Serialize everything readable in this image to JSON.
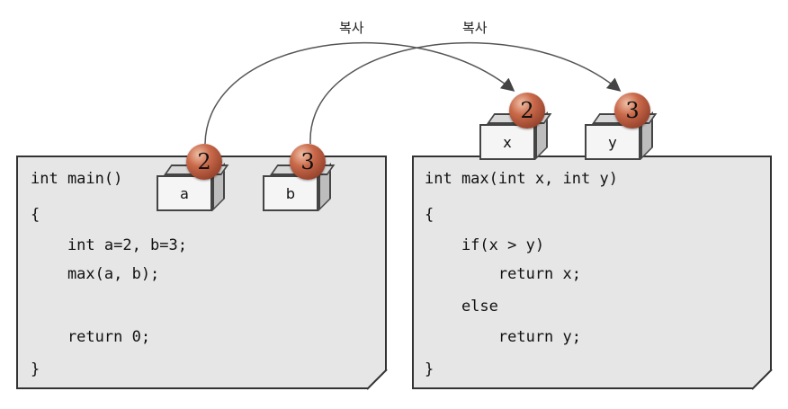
{
  "copy_labels": [
    "복사",
    "복사"
  ],
  "main_code": [
    "int main()",
    "{",
    "    int a=2, b=3;",
    "    max(a, b);",
    "    return 0;",
    "}"
  ],
  "max_code": [
    "int max(int x, int y)",
    "{",
    "    if(x > y)",
    "        return x;",
    "    else",
    "        return y;",
    "}"
  ],
  "boxes": {
    "a": {
      "label": "a",
      "value": "2"
    },
    "b": {
      "label": "b",
      "value": "3"
    },
    "x": {
      "label": "x",
      "value": "2"
    },
    "y": {
      "label": "y",
      "value": "3"
    }
  },
  "colors": {
    "panel_bg": "#e6e6e6",
    "border": "#333333",
    "ball": "#c9694a"
  }
}
